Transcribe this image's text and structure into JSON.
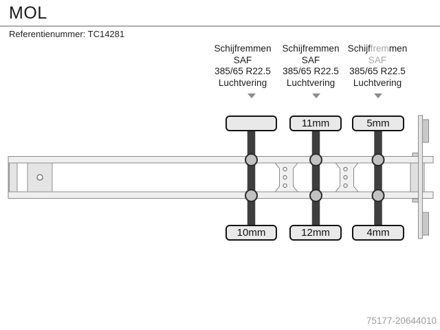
{
  "header": {
    "title": "MOL",
    "reference": "Referentienummer: TC14281"
  },
  "axle_columns": [
    {
      "brakes": "Schijfremmen",
      "brand": "SAF",
      "tire_size": "385/65 R22.5",
      "suspension": "Luchtvering"
    },
    {
      "brakes": "Schijfremmen",
      "brand": "SAF",
      "tire_size": "385/65 R22.5",
      "suspension": "Luchtvering"
    },
    {
      "brakes_parts": [
        "Schijf",
        "frem",
        "men"
      ],
      "brand": "SAF",
      "tire_size": "385/65 R22.5",
      "suspension": "Luchtvering"
    }
  ],
  "diagram": {
    "type": "trailer-top-view",
    "axle_count": 3,
    "axles": [
      {
        "top_tread": "",
        "bottom_tread": "10mm"
      },
      {
        "top_tread": "11mm",
        "bottom_tread": "12mm"
      },
      {
        "top_tread": "5mm",
        "bottom_tread": "4mm"
      }
    ]
  },
  "footer": {
    "id": "75177-20644010"
  },
  "colors": {
    "axle_bar": "#3e3e3e",
    "muted_text": "#a6a6a6",
    "footer_text": "#9b9b9b",
    "chassis_outline": "#8a8a8a",
    "chassis_fill": "#e9e9e9"
  }
}
